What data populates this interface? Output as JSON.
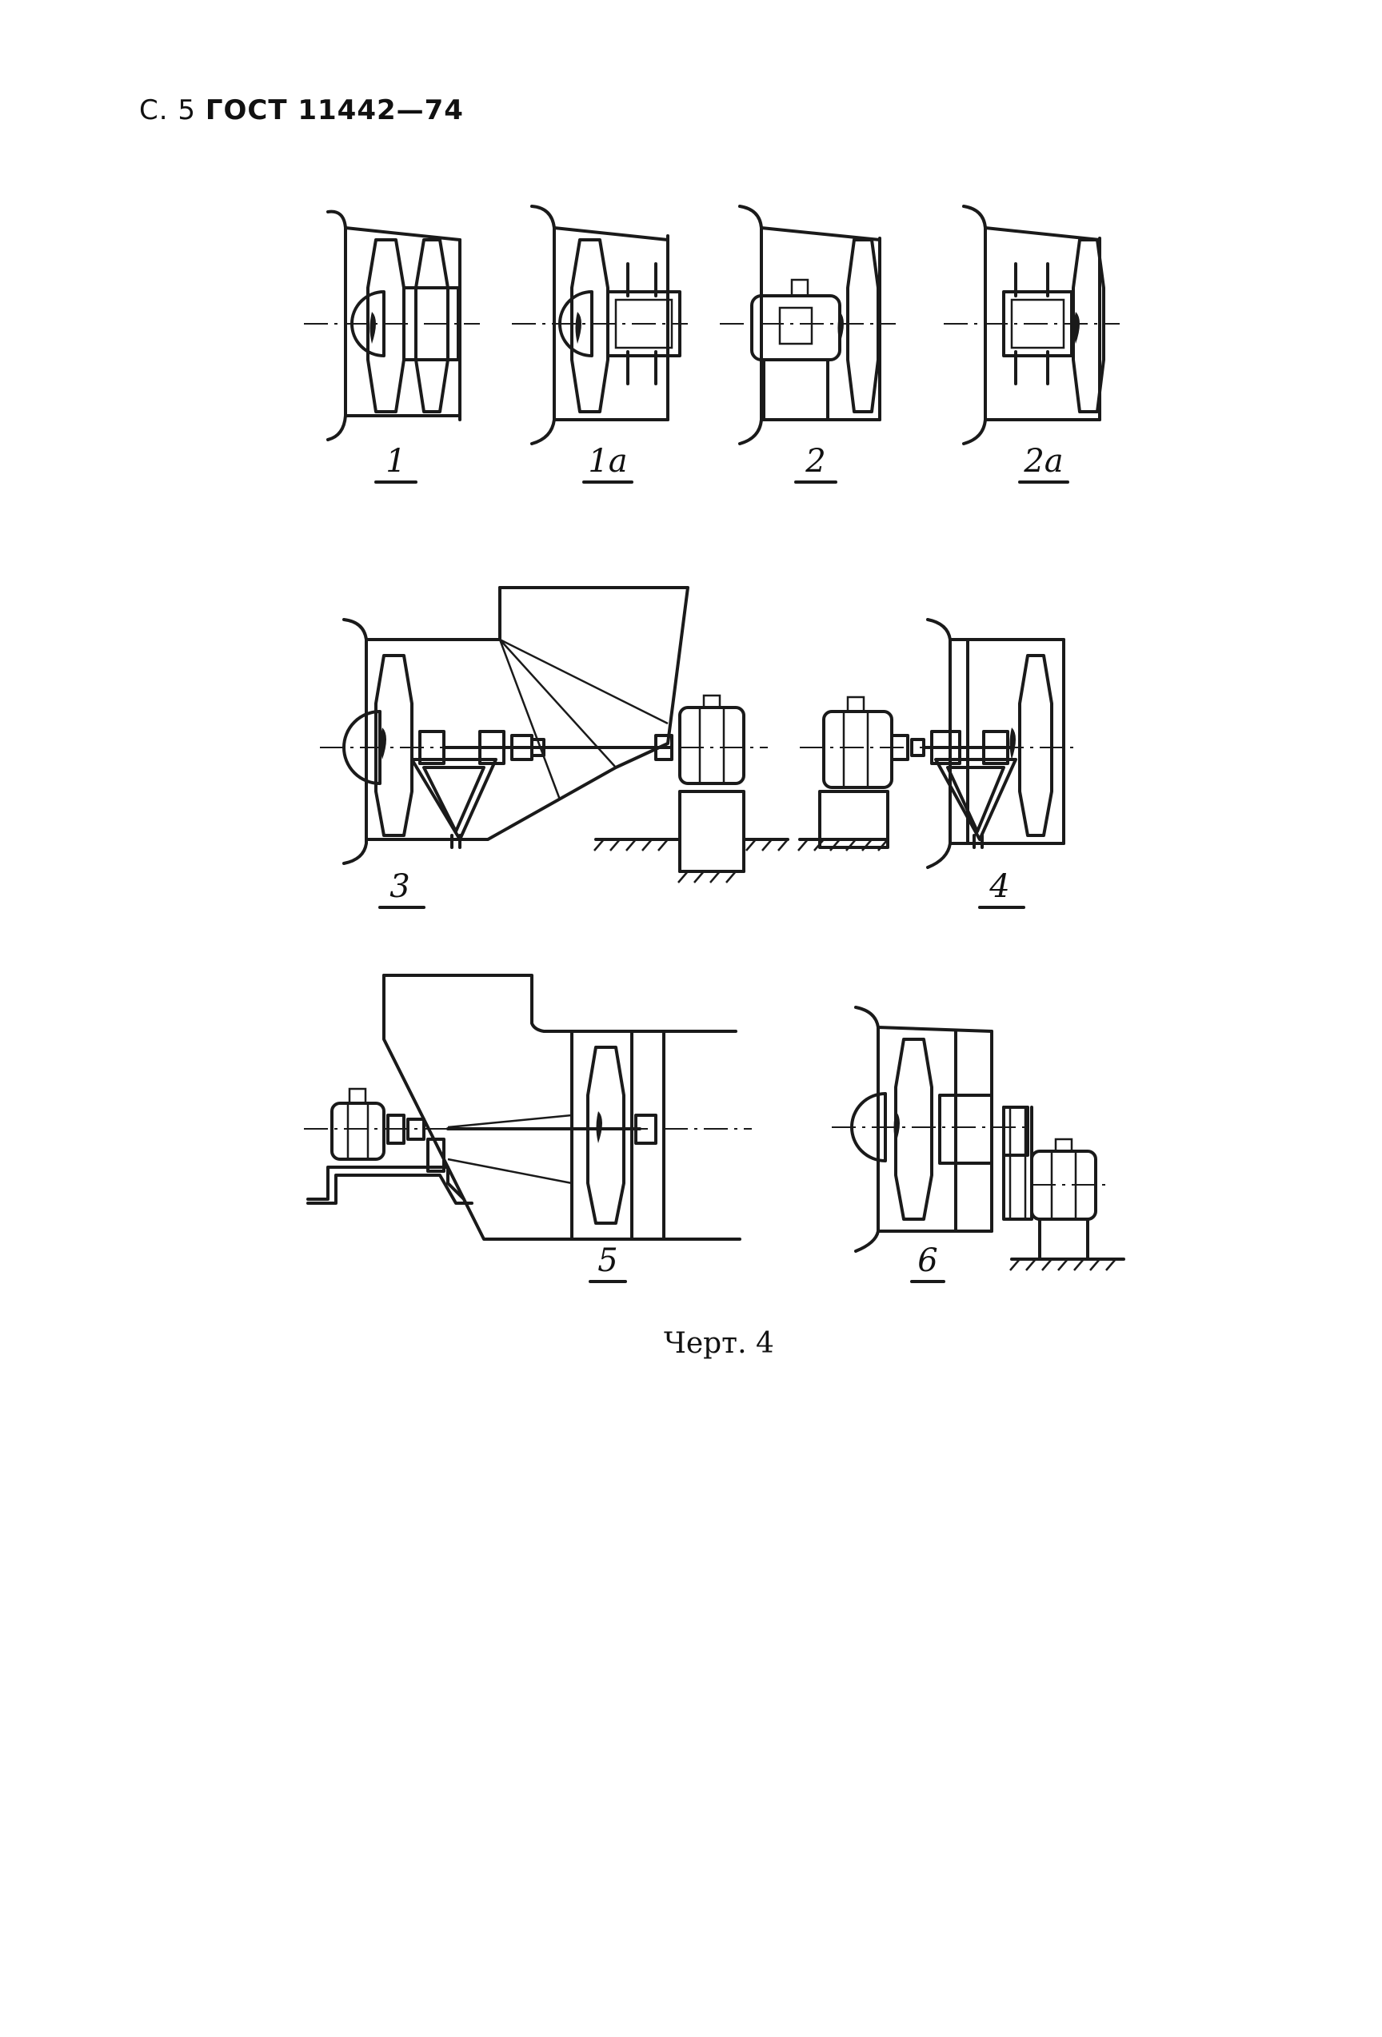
{
  "header": {
    "page": "С. 5",
    "gost": "ГОСТ 11442—74"
  },
  "figures": [
    {
      "id": "fig-1",
      "label": "1"
    },
    {
      "id": "fig-1a",
      "label": "1а"
    },
    {
      "id": "fig-2",
      "label": "2"
    },
    {
      "id": "fig-2a",
      "label": "2а"
    },
    {
      "id": "fig-3",
      "label": "3"
    },
    {
      "id": "fig-4",
      "label": "4"
    },
    {
      "id": "fig-5",
      "label": "5"
    },
    {
      "id": "fig-6",
      "label": "6"
    }
  ],
  "caption": "Черт. 4"
}
